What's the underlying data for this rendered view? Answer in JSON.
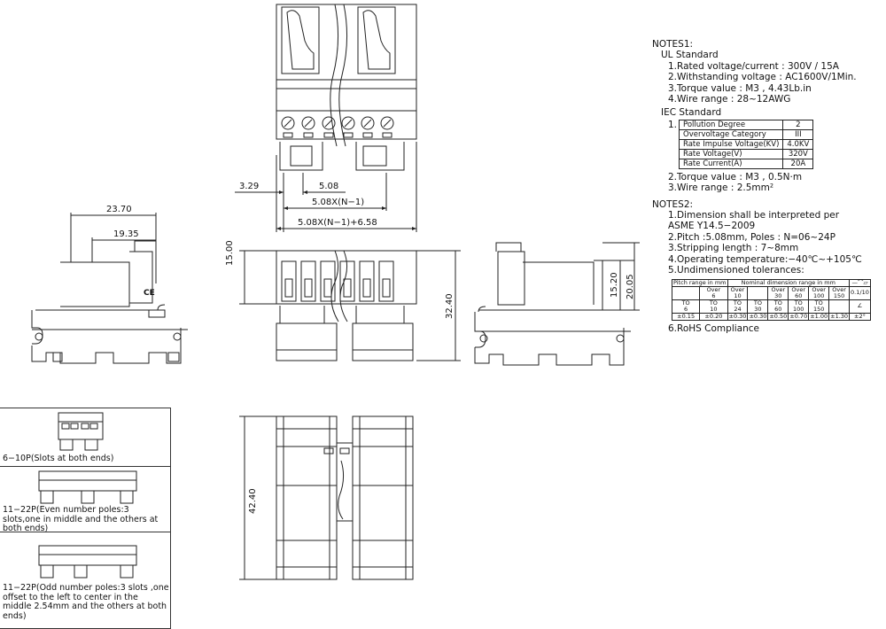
{
  "dims": {
    "d1": "3.29",
    "d2": "5.08",
    "d3": "5.08X(N−1)",
    "d4": "5.08X(N−1)+6.58",
    "d5": "23.70",
    "d6": "19.35",
    "d7": "15.00",
    "d8": "32.40",
    "d9": "15.20",
    "d10": "20.05",
    "d11": "42.40",
    "ce": "CE"
  },
  "notes1": {
    "title": "NOTES1:",
    "ul_title": "UL Standard",
    "ul_items": [
      "1.Rated voltage/current : 300V / 15A",
      "2.Withstanding voltage : AC1600V/1Min.",
      "3.Torque value : M3 , 4.43Lb.in",
      "4.Wire range : 28~12AWG"
    ],
    "iec_title": "IEC Standard",
    "iec_num": "1.",
    "iec_table": [
      {
        "k": "Pollution Degree",
        "v": "2"
      },
      {
        "k": "Overvoltage Category",
        "v": "III"
      },
      {
        "k": "Rate Impulse Voltage(KV)",
        "v": "4.0KV"
      },
      {
        "k": "Rate Voltage(V)",
        "v": "320V"
      },
      {
        "k": "Rate Current(A)",
        "v": "20A"
      }
    ],
    "iec_items": [
      "2.Torque value : M3 , 0.5N·m",
      "3.Wire range : 2.5mm²"
    ]
  },
  "notes2": {
    "title": "NOTES2:",
    "items": [
      "1.Dimension shall be interpreted per",
      "ASME Y14.5−2009",
      "2.Pitch :5.08mm, Poles : N=06~24P",
      "3.Stripping length : 7~8mm",
      "4.Operating temperature:−40℃~+105℃",
      "5.Undimensioned tolerances:"
    ],
    "last": "6.RoHS Compliance",
    "tol": {
      "h_pitch": "Pitch range in mm",
      "h_nominal": "Nominal dimension range in mm",
      "sym1": "—",
      "sym2": "⌒",
      "sym3": "▱",
      "row_over": [
        "Over",
        "Over",
        "Over",
        "Over",
        "Over",
        "Over"
      ],
      "row_from": [
        "6",
        "10",
        "30",
        "60",
        "100",
        "150"
      ],
      "row_to": [
        "TO",
        "TO",
        "TO",
        "TO",
        "TO",
        "TO"
      ],
      "row_to_label": "TO",
      "row_vals_top": [
        "6",
        "10",
        "24",
        "30",
        "60",
        "100",
        "150"
      ],
      "tol_vals": [
        "±0.15",
        "±0.20",
        "±0.30",
        "±0.30",
        "±0.50",
        "±0.70",
        "±1.00",
        "±1.30"
      ],
      "flat": "0.1/10",
      "angle_sym": "∠",
      "angle": "±2°"
    }
  },
  "legend": [
    "6−10P(Slots at both ends)",
    "11−22P(Even number poles:3 slots,one in middle and the others at both ends)",
    "11−22P(Odd number poles:3 slots ,one offset to the left to center in the middle 2.54mm and the others at both ends)"
  ]
}
